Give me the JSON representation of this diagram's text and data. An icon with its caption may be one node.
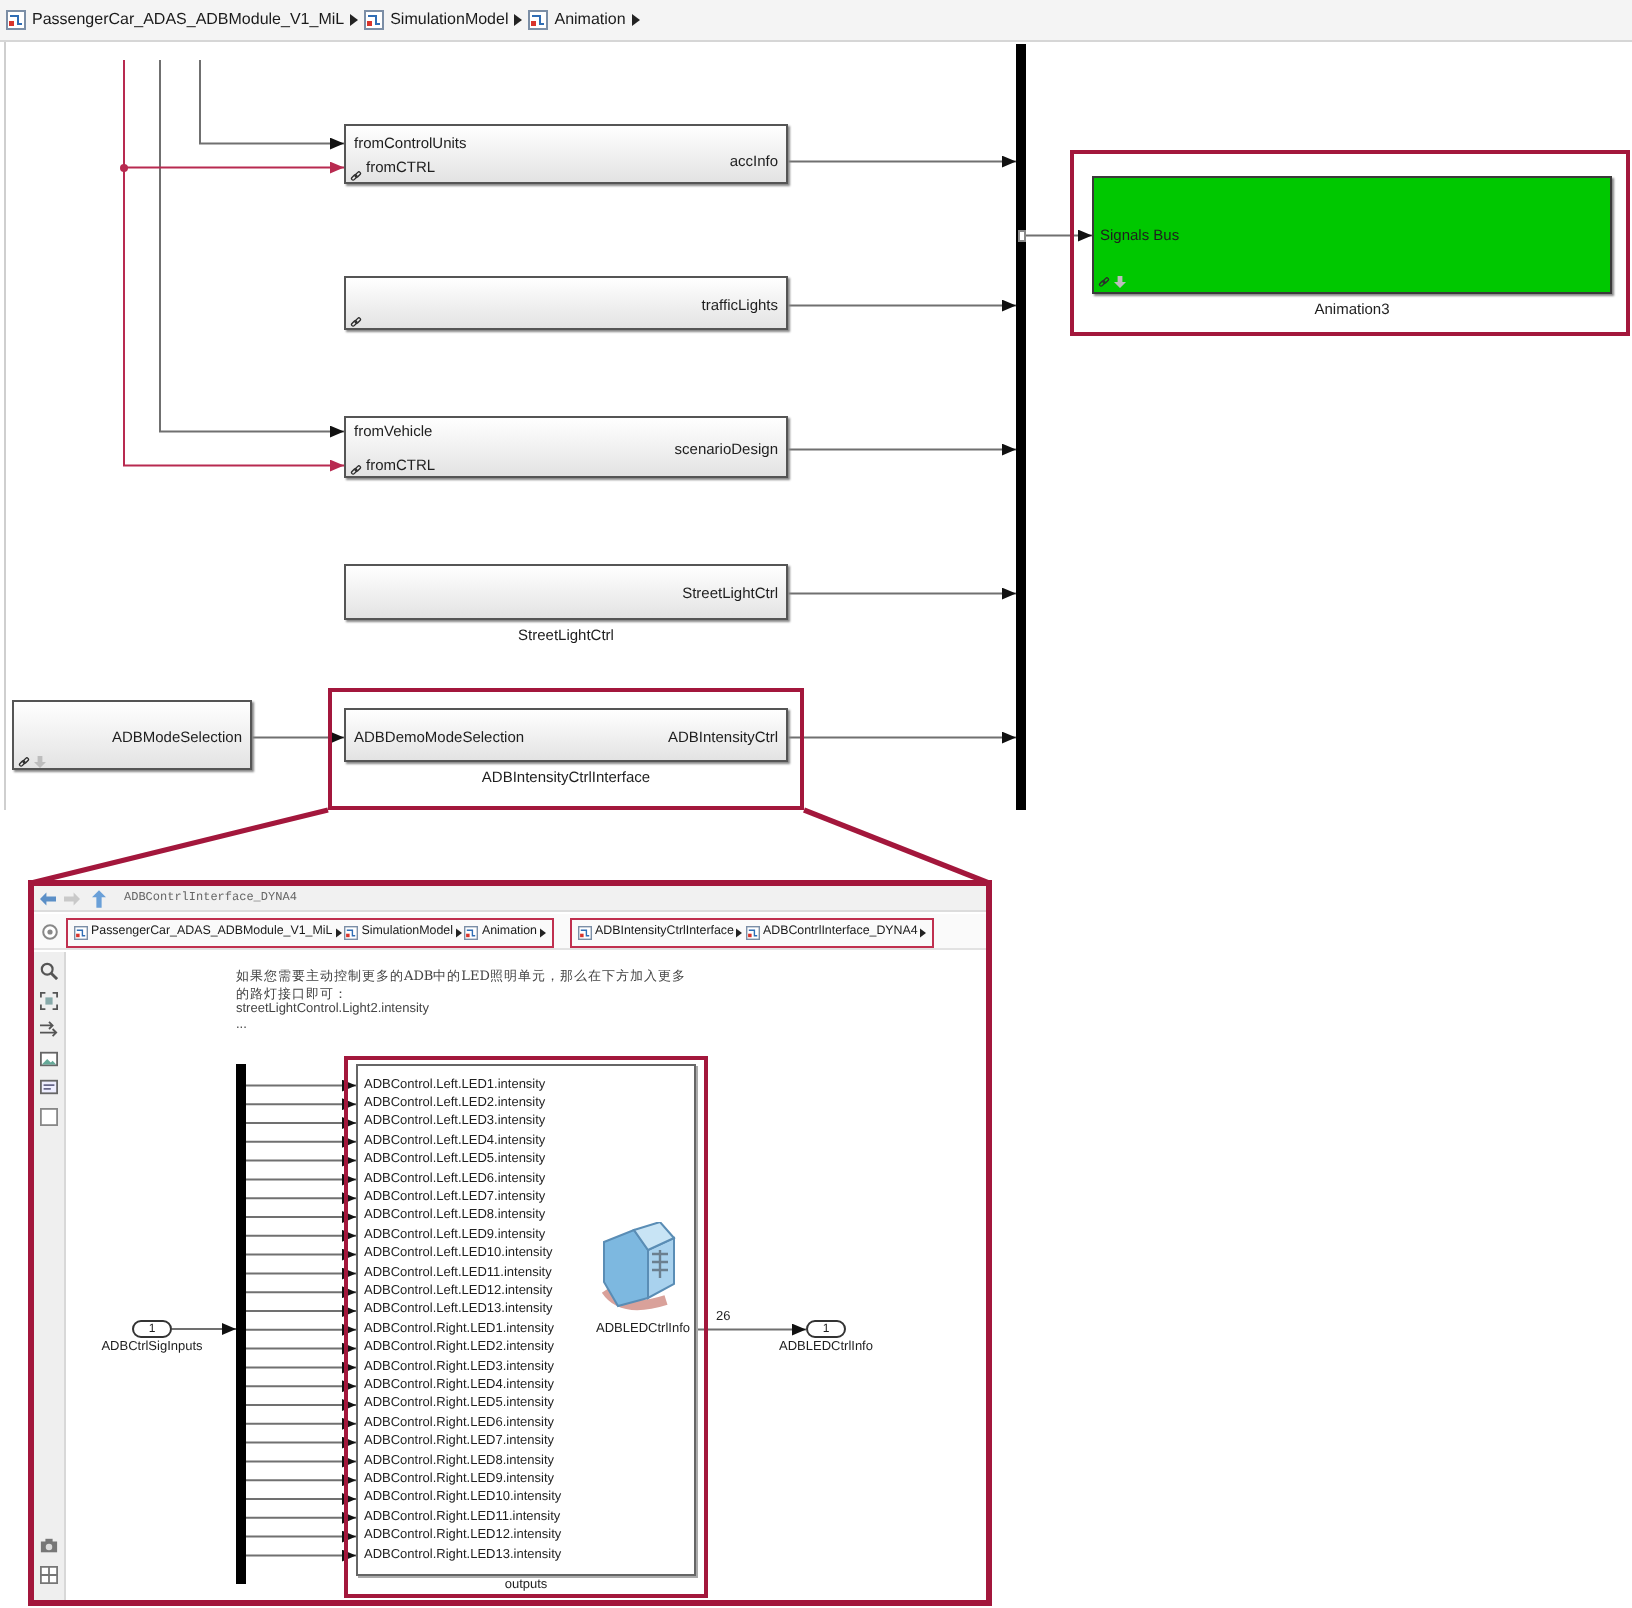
{
  "diagram": {
    "nodes": [
      {
        "text": [
          "fromControlUnits",
          "fromCTRL",
          "accInfo"
        ]
      },
      {
        "text": [
          "trafficLights"
        ]
      },
      {
        "text": [
          "fromVehicle",
          "fromCTRL",
          "scenarioDesign"
        ]
      },
      {
        "text": [
          "StreetLightCtrl"
        ],
        "beside": [
          "StreetLightCtrl"
        ]
      },
      {
        "text": [
          "ADBModeSelection"
        ]
      },
      {
        "text": [],
        "shape": "box"
      },
      {
        "text": [
          "ADBDemoModeSelection",
          "ADBIntensityCtrl"
        ],
        "beside": [
          "ADBIntensityCtrlInterface"
        ],
        "in": 5
      },
      {
        "text": [],
        "shape": "bar"
      },
      {
        "text": [],
        "shape": "box"
      },
      {
        "text": [
          "Signals Bus"
        ],
        "beside": [
          "Animation3"
        ],
        "in": 8
      },
      {
        "text": [
          "ADBContrlInterface_DYNA4"
        ]
      },
      {
        "text": [
          "PassengerCar_ADAS_ADBModule_V1_MiL",
          "SimulationModel",
          "Animation"
        ],
        "in": 10
      },
      {
        "text": [
          "ADBIntensityCtrlInterface",
          "ADBContrlInterface_DYNA4"
        ],
        "in": 10
      },
      {
        "text": [
          "1"
        ],
        "beside": [
          "ADBCtrlSigInputs"
        ],
        "in": 10
      },
      {
        "text": [],
        "shape": "bar",
        "in": 10
      },
      {
        "text": [],
        "shape": "box",
        "in": 10
      },
      {
        "text": [
          "ADBControl.Left.LED1.intensity",
          "ADBControl.Left.LED2.intensity",
          "ADBControl.Left.LED3.intensity",
          "ADBControl.Left.LED4.intensity",
          "ADBControl.Left.LED5.intensity",
          "ADBControl.Left.LED6.intensity",
          "ADBControl.Left.LED7.intensity",
          "ADBControl.Left.LED8.intensity",
          "ADBControl.Left.LED9.intensity",
          "ADBControl.Left.LED10.intensity",
          "ADBControl.Left.LED11.intensity",
          "ADBControl.Left.LED12.intensity",
          "ADBControl.Left.LED13.intensity",
          "ADBControl.Right.LED1.intensity",
          "ADBControl.Right.LED2.intensity",
          "ADBControl.Right.LED3.intensity",
          "ADBControl.Right.LED4.intensity",
          "ADBControl.Right.LED5.intensity",
          "ADBControl.Right.LED6.intensity",
          "ADBControl.Right.LED7.intensity",
          "ADBControl.Right.LED8.intensity",
          "ADBControl.Right.LED9.intensity",
          "ADBControl.Right.LED10.intensity",
          "ADBControl.Right.LED11.intensity",
          "ADBControl.Right.LED12.intensity",
          "ADBControl.Right.LED13.intensity",
          "ADBLEDCtrlInfo"
        ],
        "beside": [
          "outputs"
        ],
        "in": 15
      },
      {
        "text": [
          "1"
        ],
        "beside": [
          "ADBLEDCtrlInfo"
        ],
        "in": 10
      }
    ],
    "edges": [
      {
        "from": null,
        "to": 0,
        "arrow": "to"
      },
      {
        "from": null,
        "to": 2,
        "arrow": "to"
      },
      {
        "from": null,
        "to": 0,
        "arrow": "to",
        "color": "#b82a50"
      },
      {
        "from": null,
        "to": 2,
        "arrow": "to",
        "color": "#b82a50"
      },
      {
        "from": 0,
        "to": 7,
        "arrow": "to"
      },
      {
        "from": 1,
        "to": 7,
        "arrow": "to"
      },
      {
        "from": 2,
        "to": 7,
        "arrow": "to"
      },
      {
        "from": 3,
        "to": 7,
        "arrow": "to"
      },
      {
        "from": 4,
        "to": 6,
        "arrow": "to"
      },
      {
        "from": 6,
        "to": 7,
        "arrow": "to"
      },
      {
        "from": 7,
        "to": 9,
        "arrow": "to"
      },
      {
        "from": 5,
        "to": 10,
        "arrow": "none",
        "style": "thick",
        "color": "#a3173c"
      },
      {
        "from": 5,
        "to": 10,
        "arrow": "none",
        "style": "thick",
        "color": "#a3173c"
      },
      {
        "from": 13,
        "to": 14,
        "arrow": "to"
      },
      {
        "from": 14,
        "to": 16,
        "arrow": "to"
      },
      {
        "from": 14,
        "to": 16,
        "arrow": "to"
      },
      {
        "from": 14,
        "to": 16,
        "arrow": "to"
      },
      {
        "from": 14,
        "to": 16,
        "arrow": "to"
      },
      {
        "from": 14,
        "to": 16,
        "arrow": "to"
      },
      {
        "from": 14,
        "to": 16,
        "arrow": "to"
      },
      {
        "from": 14,
        "to": 16,
        "arrow": "to"
      },
      {
        "from": 14,
        "to": 16,
        "arrow": "to"
      },
      {
        "from": 14,
        "to": 16,
        "arrow": "to"
      },
      {
        "from": 14,
        "to": 16,
        "arrow": "to"
      },
      {
        "from": 14,
        "to": 16,
        "arrow": "to"
      },
      {
        "from": 14,
        "to": 16,
        "arrow": "to"
      },
      {
        "from": 14,
        "to": 16,
        "arrow": "to"
      },
      {
        "from": 14,
        "to": 16,
        "arrow": "to"
      },
      {
        "from": 14,
        "to": 16,
        "arrow": "to"
      },
      {
        "from": 14,
        "to": 16,
        "arrow": "to"
      },
      {
        "from": 14,
        "to": 16,
        "arrow": "to"
      },
      {
        "from": 14,
        "to": 16,
        "arrow": "to"
      },
      {
        "from": 14,
        "to": 16,
        "arrow": "to"
      },
      {
        "from": 14,
        "to": 16,
        "arrow": "to"
      },
      {
        "from": 14,
        "to": 16,
        "arrow": "to"
      },
      {
        "from": 14,
        "to": 16,
        "arrow": "to"
      },
      {
        "from": 14,
        "to": 16,
        "arrow": "to"
      },
      {
        "from": 14,
        "to": 16,
        "arrow": "to"
      },
      {
        "from": 14,
        "to": 16,
        "arrow": "to"
      },
      {
        "from": 14,
        "to": 16,
        "arrow": "to"
      },
      {
        "from": 16,
        "to": 17,
        "arrow": "to",
        "label": "26"
      }
    ],
    "labels": [
      "PassengerCar_ADAS_ADBModule_V1_MiL",
      "SimulationModel",
      "Animation",
      "如果您需要主动控制更多的ADB中的LED照明单元，那么在下方加入更多的路灯接口即可：",
      "streetLightControl.Light2.intensity",
      "..."
    ]
  }
}
